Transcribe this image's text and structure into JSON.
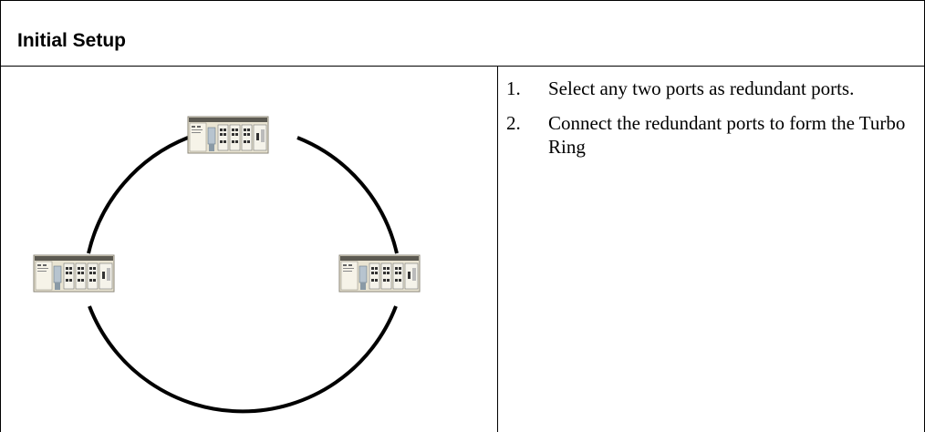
{
  "header": {
    "title": "Initial Setup"
  },
  "steps": [
    {
      "number": "1.",
      "text": "Select any two ports as redundant ports."
    },
    {
      "number": "2.",
      "text": "Connect the redundant ports to form the Turbo Ring"
    }
  ],
  "diagram": {
    "topology": "ring",
    "devices": [
      "switch-top",
      "switch-left",
      "switch-right"
    ],
    "colors": {
      "ring": "#000000",
      "chassis": "#e9e4d2",
      "module": "#f3f1e8"
    }
  }
}
